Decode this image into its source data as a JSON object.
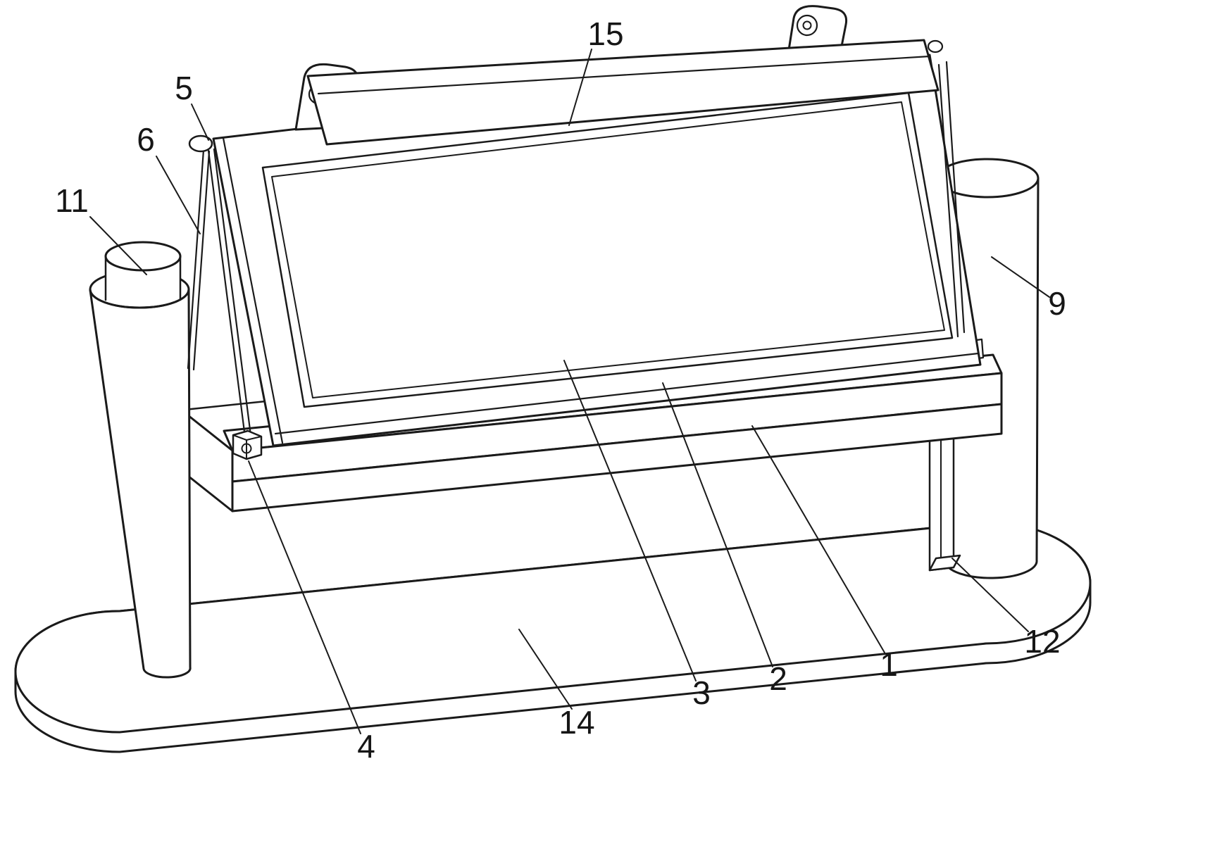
{
  "figure": {
    "background": "#ffffff",
    "line_color": "#1a1a1a",
    "labels": {
      "l1": {
        "text": "1"
      },
      "l2": {
        "text": "2"
      },
      "l3": {
        "text": "3"
      },
      "l4": {
        "text": "4"
      },
      "l5": {
        "text": "5"
      },
      "l6": {
        "text": "6"
      },
      "l9": {
        "text": "9"
      },
      "l11": {
        "text": "11"
      },
      "l12": {
        "text": "12"
      },
      "l14": {
        "text": "14"
      },
      "l15": {
        "text": "15"
      }
    }
  }
}
